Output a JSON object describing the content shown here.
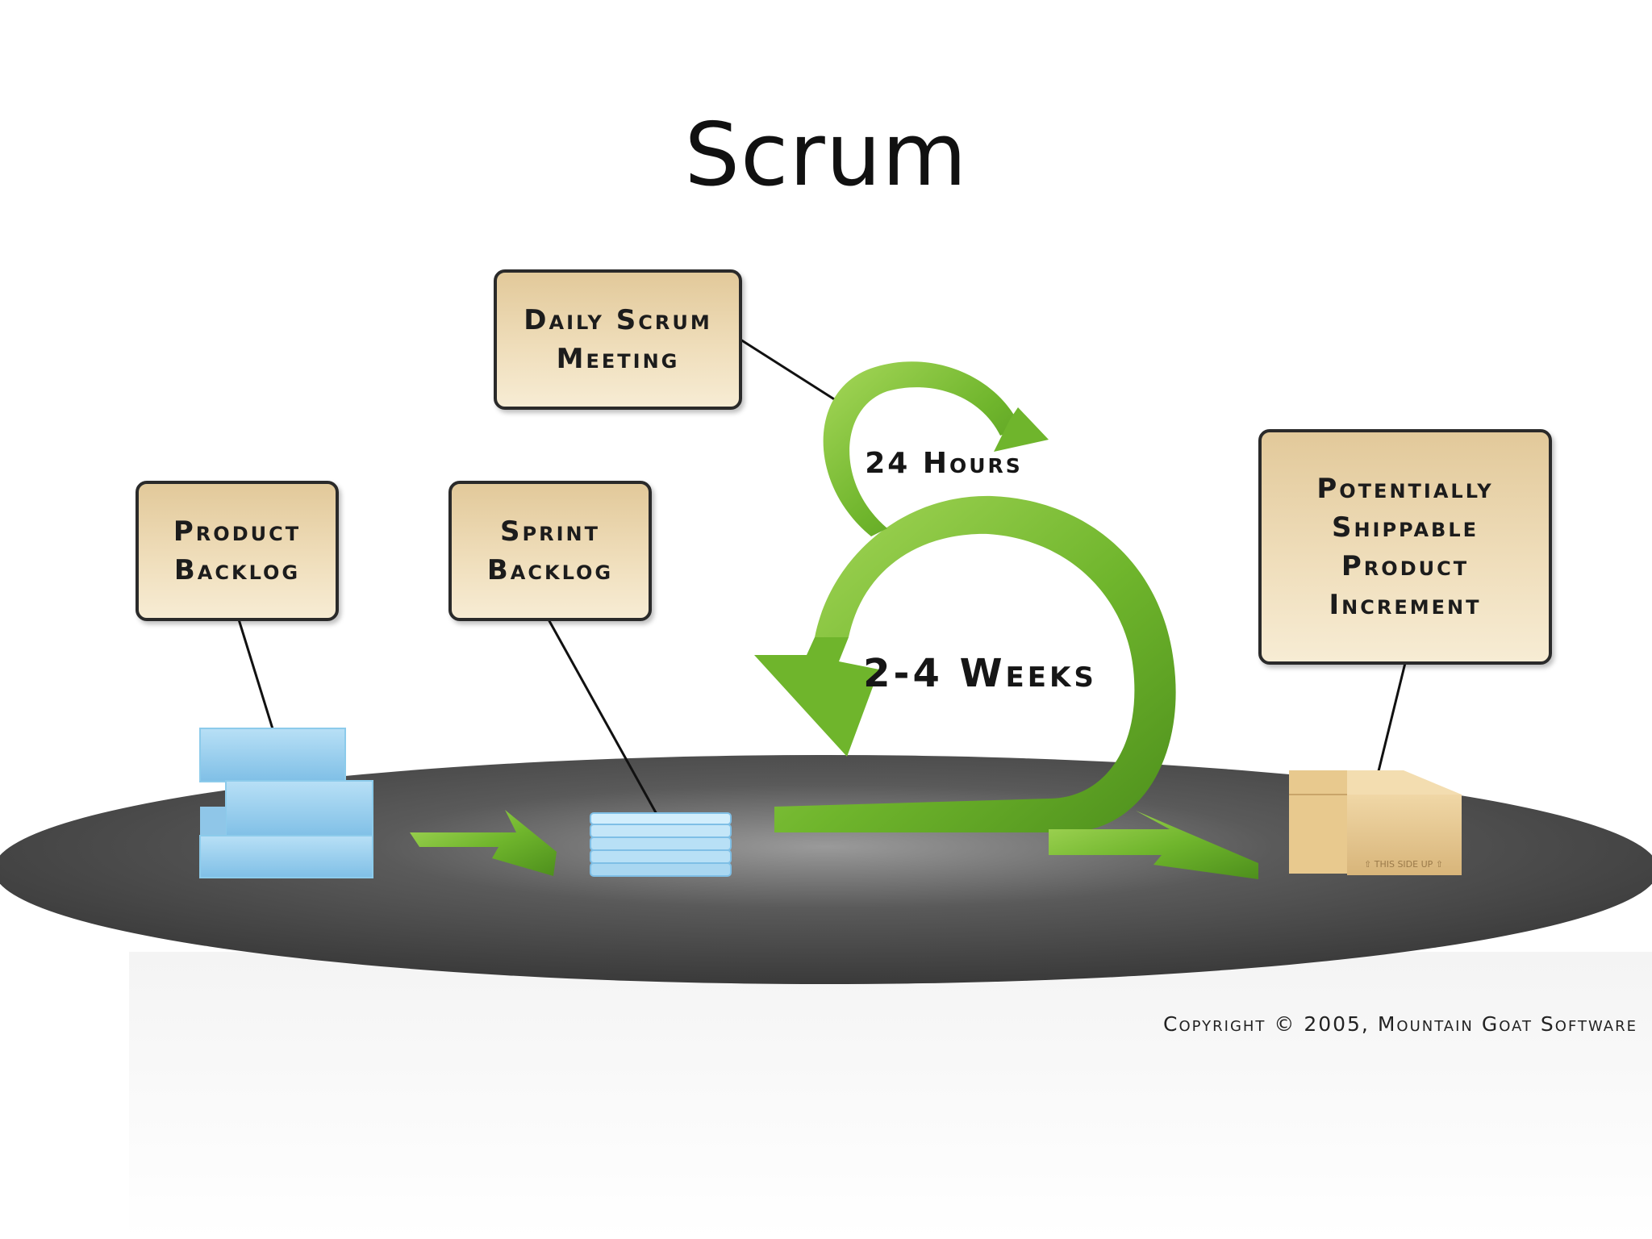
{
  "slide": {
    "title": "Scrum"
  },
  "callouts": {
    "daily_scrum": {
      "line1": "Daily Scrum",
      "line2": "Meeting"
    },
    "product_backlog": {
      "line1": "Product",
      "line2": "Backlog"
    },
    "sprint_backlog": {
      "line1": "Sprint",
      "line2": "Backlog"
    },
    "increment": {
      "line1": "Potentially",
      "line2": "Shippable",
      "line3": "Product",
      "line4": "Increment"
    }
  },
  "cycle_labels": {
    "daily": "24 Hours",
    "sprint": "2-4 Weeks"
  },
  "copyright": "Copyright © 2005, Mountain Goat Software",
  "colors": {
    "arrow_green": "#7cc23a",
    "platform": "#4a4a4a",
    "backlog_blue": "#9fd0ee",
    "box_tan": "#e6c78e",
    "callout_tan": "#ecd9b3"
  }
}
